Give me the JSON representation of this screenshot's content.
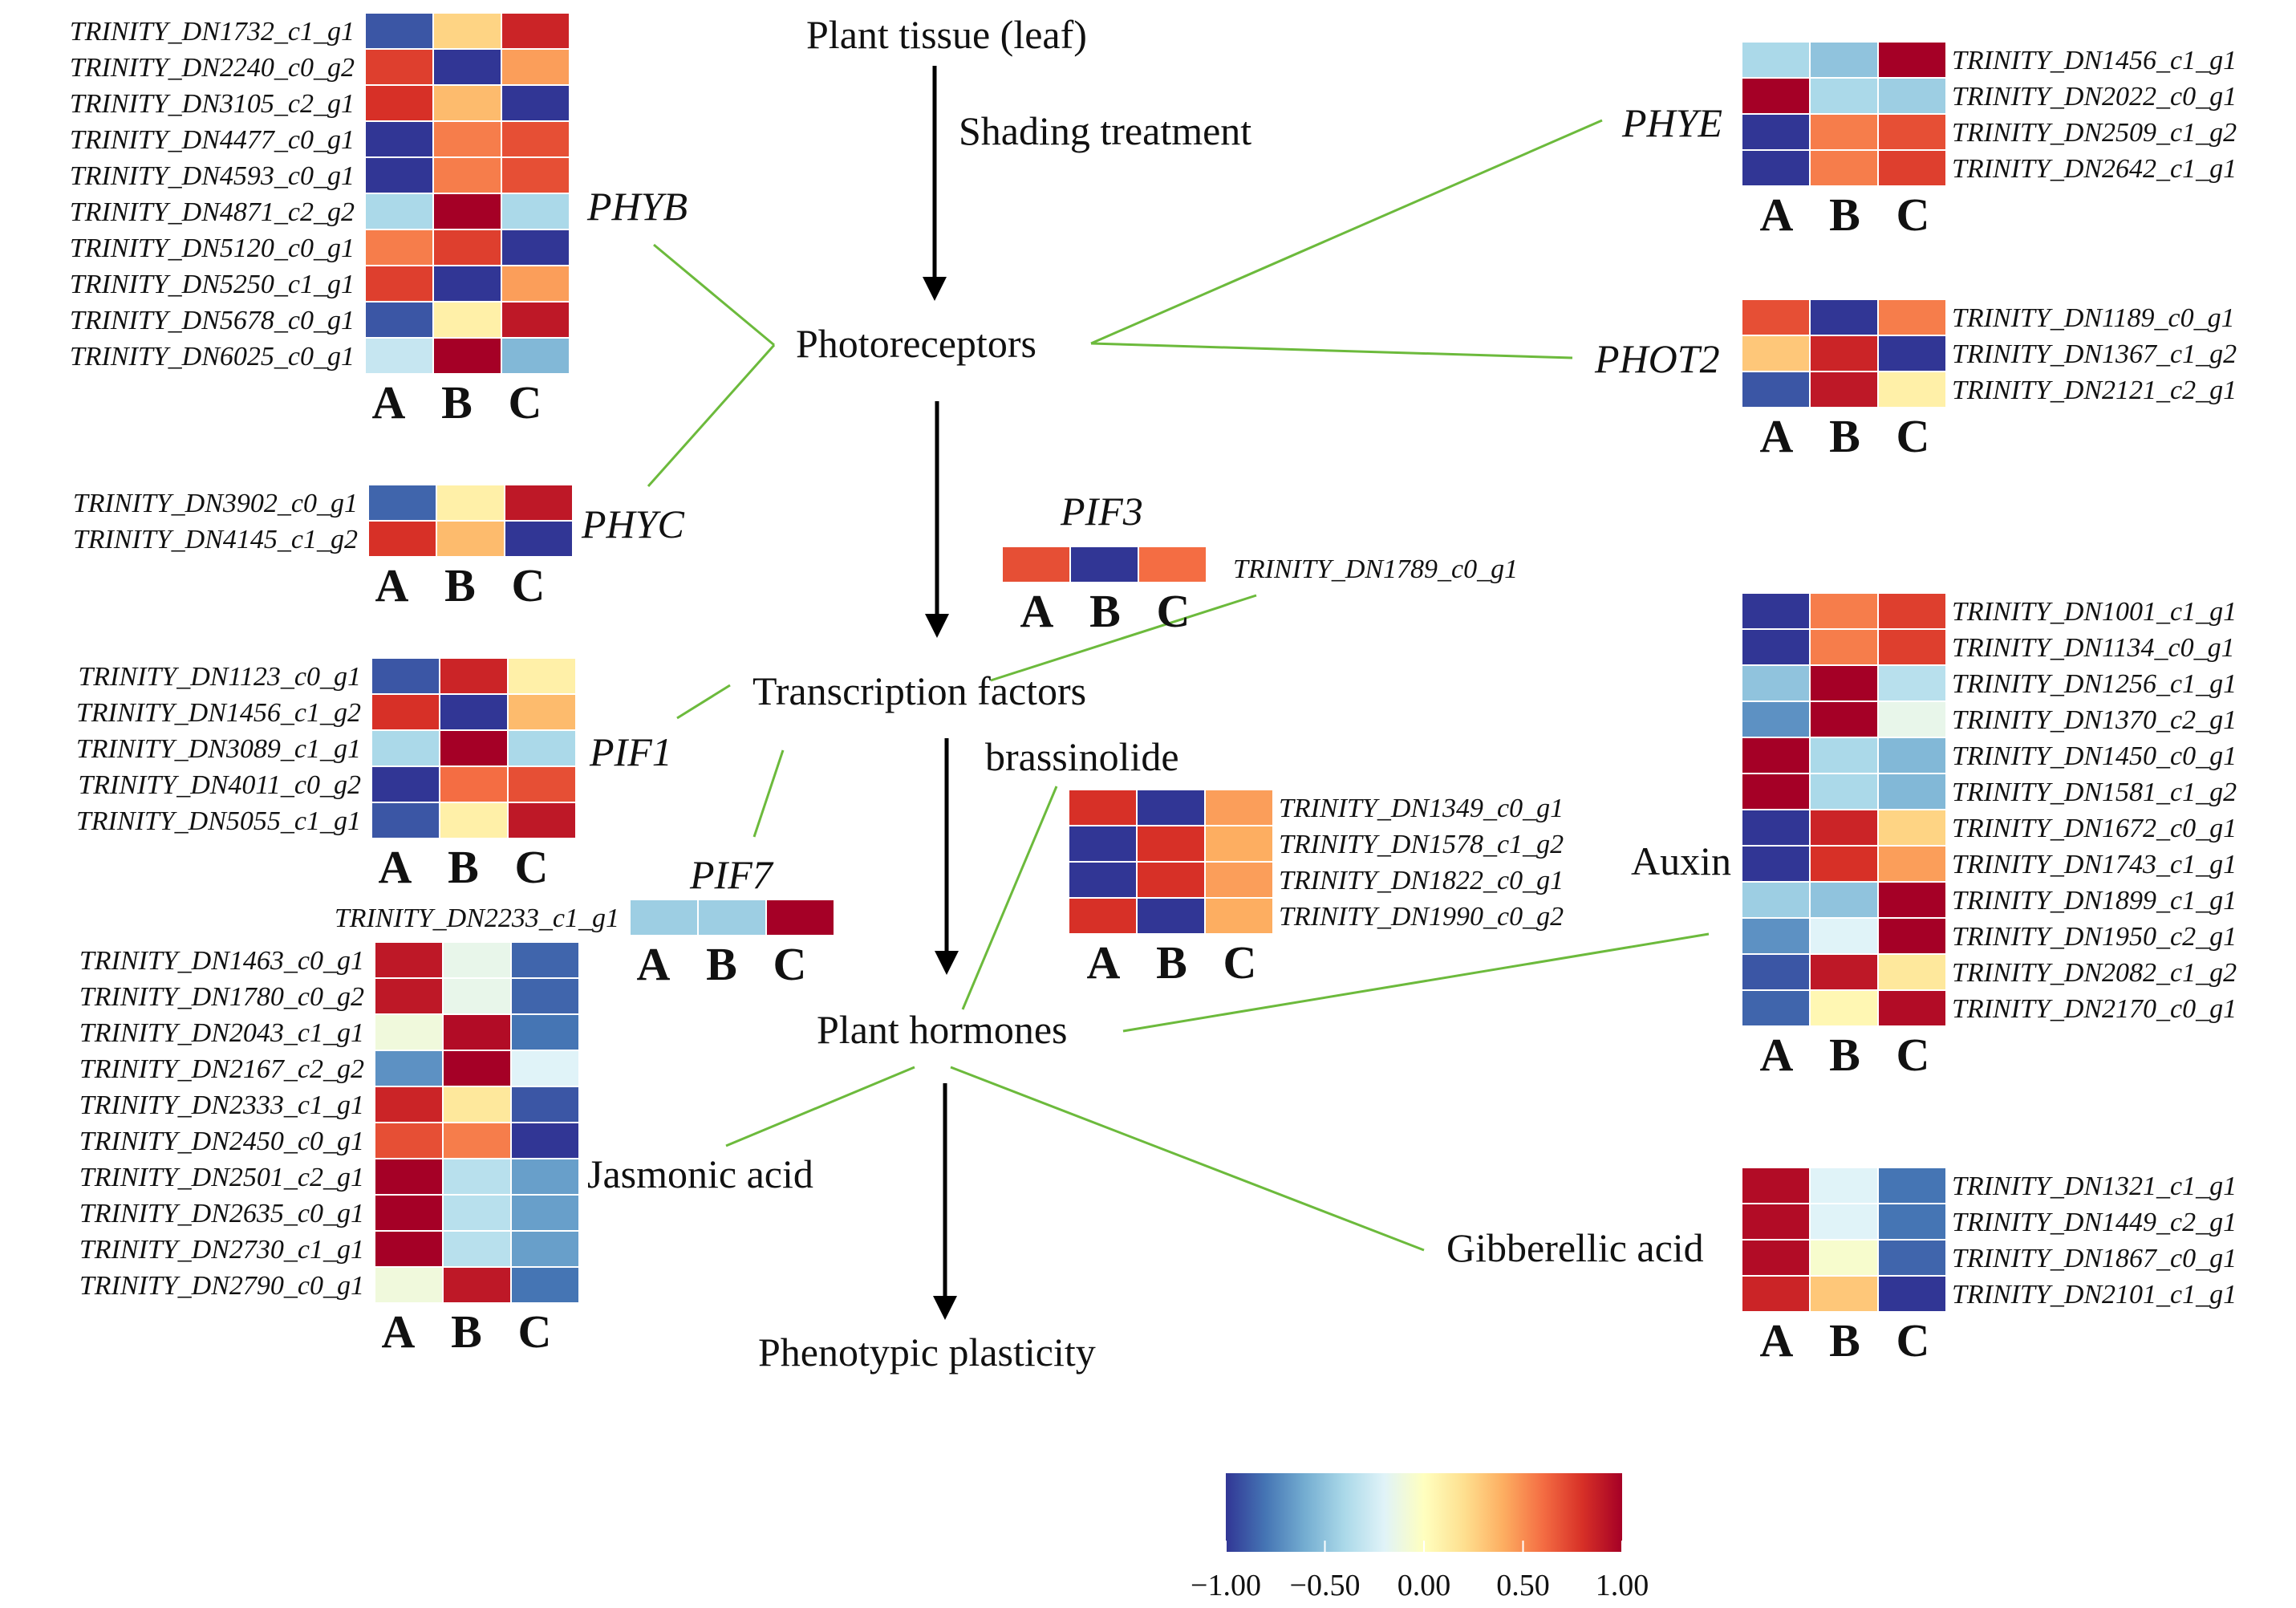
{
  "flow": {
    "plant_tissue": "Plant tissue (leaf)",
    "shading": "Shading treatment",
    "photoreceptors": "Photoreceptors",
    "transcription_factors": "Transcription factors",
    "plant_hormones": "Plant hormones",
    "phenotypic_plasticity": "Phenotypic plasticity"
  },
  "group_labels": {
    "phyb": "PHYB",
    "phyc": "PHYC",
    "phye": "PHYE",
    "phot2": "PHOT2",
    "pif3": "PIF3",
    "pif1": "PIF1",
    "pif7": "PIF7",
    "brassinolide": "brassinolide",
    "auxin": "Auxin",
    "jasmonic_acid": "Jasmonic acid",
    "gibberellic_acid": "Gibberellic acid"
  },
  "columns": [
    "A",
    "B",
    "C"
  ],
  "heatmaps": {
    "phyb": {
      "genes": [
        "TRINITY_DN1732_c1_g1",
        "TRINITY_DN2240_c0_g2",
        "TRINITY_DN3105_c2_g1",
        "TRINITY_DN4477_c0_g1",
        "TRINITY_DN4593_c0_g1",
        "TRINITY_DN4871_c2_g2",
        "TRINITY_DN5120_c0_g1",
        "TRINITY_DN5250_c1_g1",
        "TRINITY_DN5678_c0_g1",
        "TRINITY_DN6025_c0_g1"
      ],
      "values": [
        [
          -0.9,
          0.25,
          0.85
        ],
        [
          0.75,
          -1.0,
          0.45
        ],
        [
          0.8,
          0.35,
          -1.0
        ],
        [
          -1.0,
          0.55,
          0.7
        ],
        [
          -1.0,
          0.55,
          0.7
        ],
        [
          -0.4,
          1.0,
          -0.4
        ],
        [
          0.55,
          0.75,
          -1.0
        ],
        [
          0.75,
          -1.0,
          0.45
        ],
        [
          -0.9,
          0.1,
          0.9
        ],
        [
          -0.3,
          1.0,
          -0.55
        ]
      ]
    },
    "phyc": {
      "genes": [
        "TRINITY_DN3902_c0_g1",
        "TRINITY_DN4145_c1_g2"
      ],
      "values": [
        [
          -0.85,
          0.1,
          0.9
        ],
        [
          0.8,
          0.35,
          -1.0
        ]
      ]
    },
    "phye": {
      "genes": [
        "TRINITY_DN1456_c1_g1",
        "TRINITY_DN2022_c0_g1",
        "TRINITY_DN2509_c1_g2",
        "TRINITY_DN2642_c1_g1"
      ],
      "values": [
        [
          -0.4,
          -0.5,
          1.0
        ],
        [
          1.0,
          -0.4,
          -0.45
        ],
        [
          -1.0,
          0.55,
          0.7
        ],
        [
          -1.0,
          0.55,
          0.75
        ]
      ]
    },
    "phot2": {
      "genes": [
        "TRINITY_DN1189_c0_g1",
        "TRINITY_DN1367_c1_g2",
        "TRINITY_DN2121_c2_g1"
      ],
      "values": [
        [
          0.7,
          -1.0,
          0.55
        ],
        [
          0.3,
          0.85,
          -1.0
        ],
        [
          -0.9,
          0.9,
          0.1
        ]
      ]
    },
    "pif3": {
      "genes": [
        "TRINITY_DN1789_c0_g1"
      ],
      "values": [
        [
          0.7,
          -1.0,
          0.6
        ]
      ]
    },
    "pif1": {
      "genes": [
        "TRINITY_DN1123_c0_g1",
        "TRINITY_DN1456_c1_g2",
        "TRINITY_DN3089_c1_g1",
        "TRINITY_DN4011_c0_g2",
        "TRINITY_DN5055_c1_g1"
      ],
      "values": [
        [
          -0.9,
          0.85,
          0.1
        ],
        [
          0.8,
          -1.0,
          0.35
        ],
        [
          -0.4,
          1.0,
          -0.4
        ],
        [
          -1.0,
          0.6,
          0.7
        ],
        [
          -0.9,
          0.1,
          0.9
        ]
      ]
    },
    "pif7": {
      "genes": [
        "TRINITY_DN2233_c1_g1"
      ],
      "values": [
        [
          -0.45,
          -0.45,
          1.0
        ]
      ]
    },
    "jasmonic": {
      "genes": [
        "TRINITY_DN1463_c0_g1",
        "TRINITY_DN1780_c0_g2",
        "TRINITY_DN2043_c1_g1",
        "TRINITY_DN2167_c2_g2",
        "TRINITY_DN2333_c1_g1",
        "TRINITY_DN2450_c0_g1",
        "TRINITY_DN2501_c2_g1",
        "TRINITY_DN2635_c0_g1",
        "TRINITY_DN2730_c1_g1",
        "TRINITY_DN2790_c0_g1"
      ],
      "values": [
        [
          0.9,
          -0.15,
          -0.85
        ],
        [
          0.9,
          -0.15,
          -0.85
        ],
        [
          -0.1,
          0.95,
          -0.8
        ],
        [
          -0.7,
          1.0,
          -0.2
        ],
        [
          0.85,
          0.15,
          -0.9
        ],
        [
          0.7,
          0.55,
          -1.0
        ],
        [
          1.0,
          -0.35,
          -0.65
        ],
        [
          1.0,
          -0.35,
          -0.65
        ],
        [
          1.0,
          -0.35,
          -0.65
        ],
        [
          -0.1,
          0.9,
          -0.8
        ]
      ]
    },
    "brassinolide": {
      "genes": [
        "TRINITY_DN1349_c0_g1",
        "TRINITY_DN1578_c1_g2",
        "TRINITY_DN1822_c0_g1",
        "TRINITY_DN1990_c0_g2"
      ],
      "values": [
        [
          0.8,
          -1.0,
          0.45
        ],
        [
          -1.0,
          0.8,
          0.4
        ],
        [
          -1.0,
          0.8,
          0.45
        ],
        [
          0.8,
          -1.0,
          0.4
        ]
      ]
    },
    "auxin": {
      "genes": [
        "TRINITY_DN1001_c1_g1",
        "TRINITY_DN1134_c0_g1",
        "TRINITY_DN1256_c1_g1",
        "TRINITY_DN1370_c2_g1",
        "TRINITY_DN1450_c0_g1",
        "TRINITY_DN1581_c1_g2",
        "TRINITY_DN1672_c0_g1",
        "TRINITY_DN1743_c1_g1",
        "TRINITY_DN1899_c1_g1",
        "TRINITY_DN1950_c2_g1",
        "TRINITY_DN2082_c1_g2",
        "TRINITY_DN2170_c0_g1"
      ],
      "values": [
        [
          -1.0,
          0.55,
          0.75
        ],
        [
          -1.0,
          0.55,
          0.75
        ],
        [
          -0.5,
          1.0,
          -0.35
        ],
        [
          -0.7,
          1.0,
          -0.15
        ],
        [
          1.0,
          -0.4,
          -0.55
        ],
        [
          1.0,
          -0.4,
          -0.55
        ],
        [
          -1.0,
          0.85,
          0.25
        ],
        [
          -1.0,
          0.8,
          0.45
        ],
        [
          -0.45,
          -0.5,
          1.0
        ],
        [
          -0.7,
          -0.2,
          1.0
        ],
        [
          -0.9,
          0.9,
          0.15
        ],
        [
          -0.85,
          0.05,
          0.95
        ]
      ]
    },
    "gibberellic": {
      "genes": [
        "TRINITY_DN1321_c1_g1",
        "TRINITY_DN1449_c2_g1",
        "TRINITY_DN1867_c0_g1",
        "TRINITY_DN2101_c1_g1"
      ],
      "values": [
        [
          0.95,
          -0.2,
          -0.8
        ],
        [
          0.95,
          -0.2,
          -0.8
        ],
        [
          0.95,
          -0.05,
          -0.85
        ],
        [
          0.85,
          0.3,
          -1.0
        ]
      ]
    }
  },
  "colorbar": {
    "min": -1.0,
    "max": 1.0,
    "ticks": [
      "−1.00",
      "−0.50",
      "0.00",
      "0.50",
      "1.00"
    ],
    "tick_values": [
      -1.0,
      -0.5,
      0.0,
      0.5,
      1.0
    ],
    "colors": [
      "#313695",
      "#4575b4",
      "#74add1",
      "#abd9e9",
      "#e0f3f8",
      "#ffffbf",
      "#fee090",
      "#fdae61",
      "#f46d43",
      "#d73027",
      "#a50026"
    ]
  },
  "link_color": "#6cba3c",
  "arrow_color": "#000000"
}
